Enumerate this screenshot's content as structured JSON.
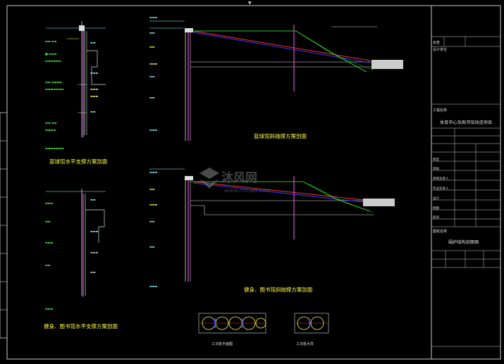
{
  "drawing": {
    "sections": {
      "basketball_horizontal": "篮球馆水平支撑方案剖面",
      "basketball_inclined": "篮球馆斜抛撑方案剖面",
      "fitness_library_horizontal": "健身、图书馆水平支撑方案剖面",
      "fitness_library_inclined": "健身、图书馆斜抛撑方案剖面"
    },
    "details": {
      "detail_left": "工法桩平面图",
      "detail_right": "工法桩大样"
    }
  },
  "title_block": {
    "project_label": "工程名称",
    "project_name": "体育中心及图书馆改造项目",
    "drawing_label": "图纸名称",
    "drawing_name": "围护结构剖面图",
    "rows": [
      "审定",
      "审核",
      "项目负责人",
      "专业负责人",
      "设计",
      "制图",
      "校对"
    ]
  },
  "watermark": {
    "brand": "沐风网",
    "url": "www.mfcad.com"
  },
  "colors": {
    "background": "#000000",
    "frame": "#ffffff",
    "pile": "#d94bd9",
    "strut": "#3a3aff",
    "anchor": "#ff3030",
    "soil": "#33ff33",
    "text_title": "#ffff55"
  }
}
